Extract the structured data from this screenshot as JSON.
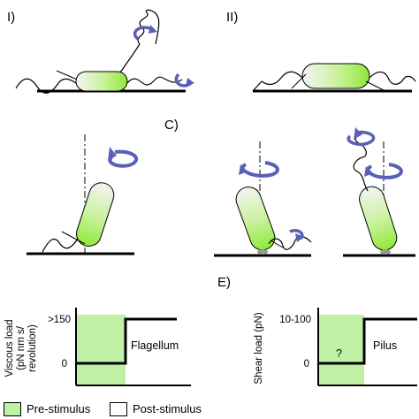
{
  "panels": {
    "p1": "I)",
    "p2": "II)",
    "c": "C)",
    "e": "E)"
  },
  "graph_flagellum": {
    "ylabel_line1": "Viscous load",
    "ylabel_line2": "(pN nm s/",
    "ylabel_line3": "revolution)",
    "tick_high": ">150",
    "tick_low": "0",
    "curve_label": "Flagellum"
  },
  "graph_pilus": {
    "ylabel": "Shear load (pN)",
    "tick_high": "10-100",
    "tick_low": "0",
    "curve_label": "Pilus",
    "unknown_mark": "?"
  },
  "legend": {
    "pre": "Pre-stimulus",
    "post": "Post-stimulus"
  },
  "colors": {
    "pre_fill": "#bff0a6",
    "arrow": "#5a5fb8",
    "cell_green": "#a6ef53"
  }
}
